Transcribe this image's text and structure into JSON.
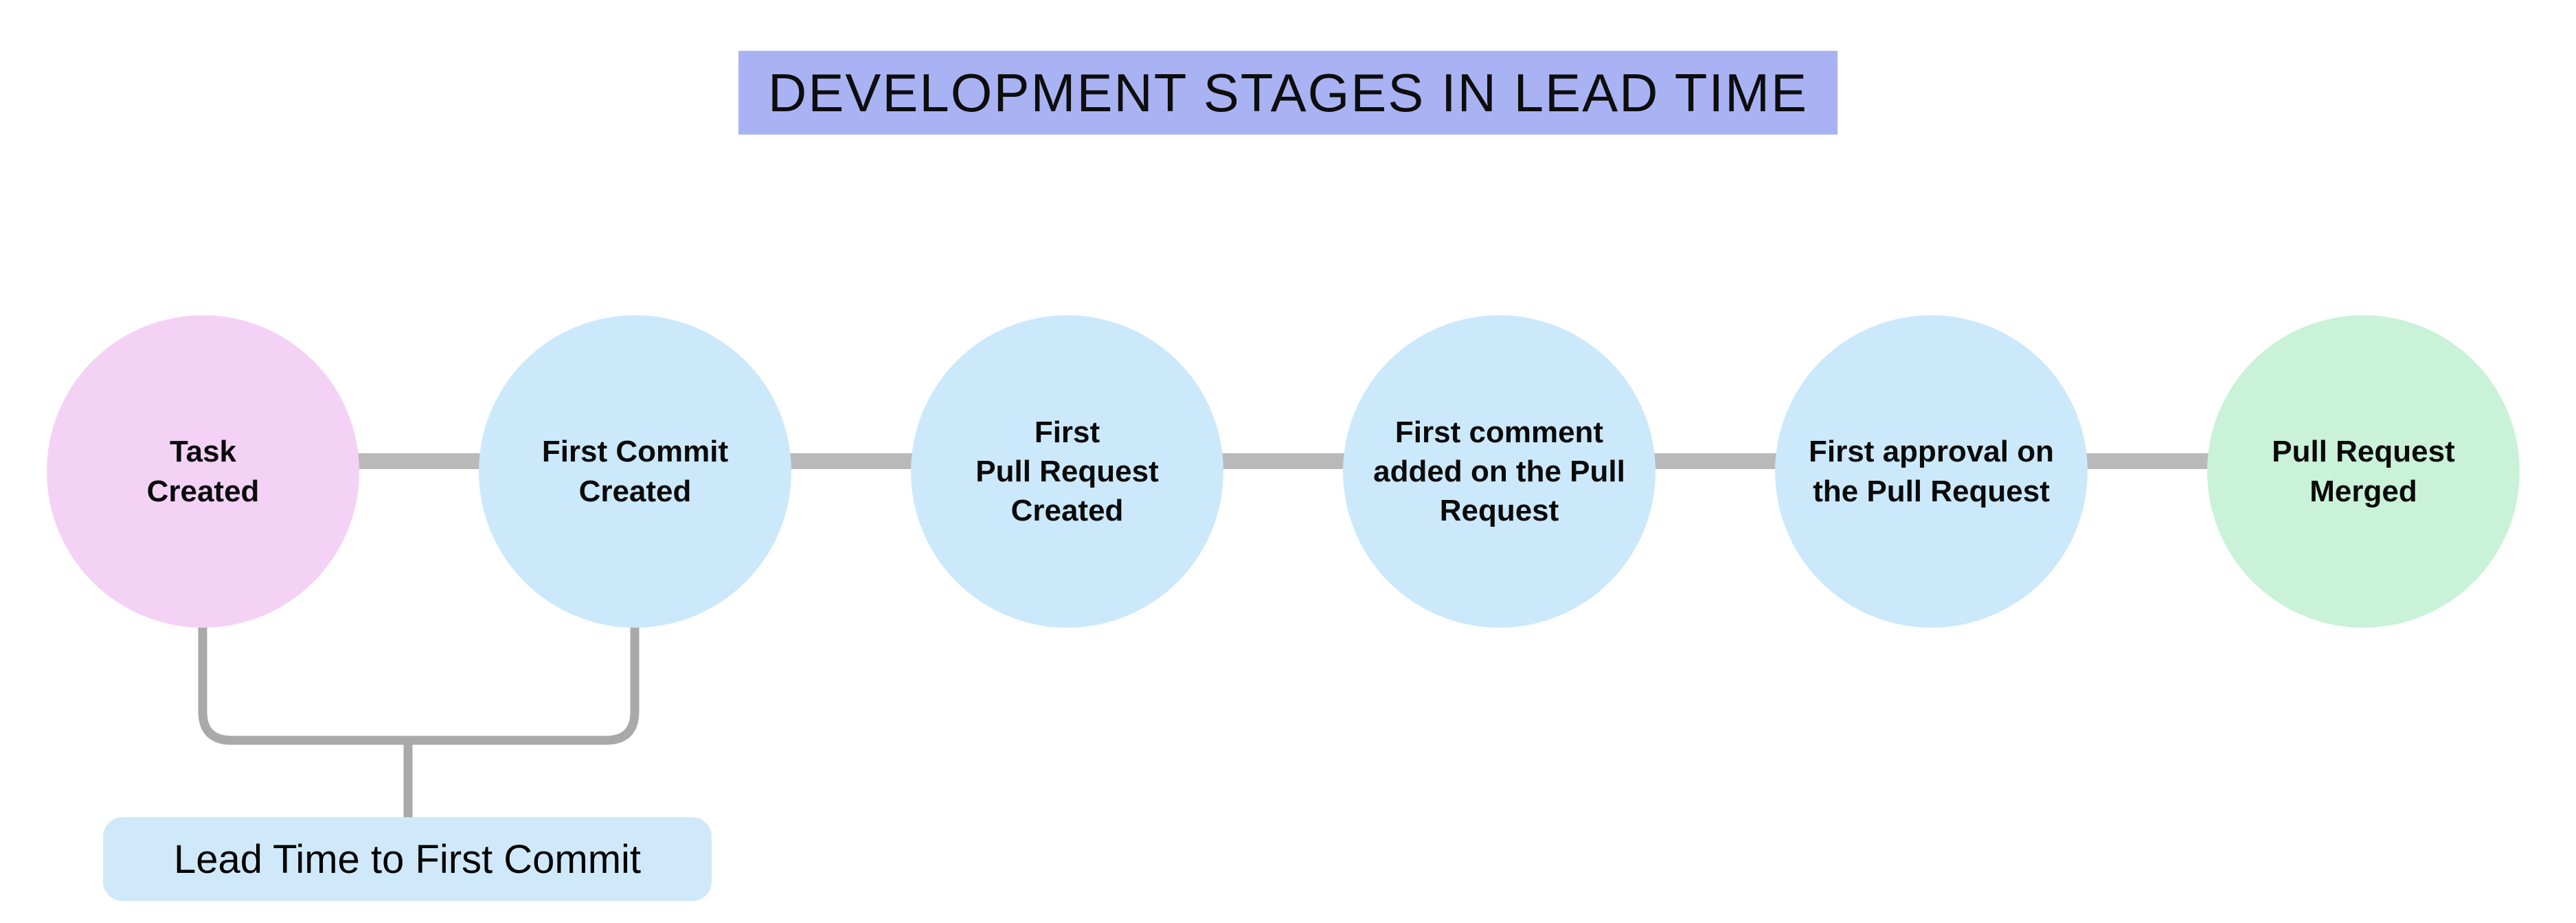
{
  "title": {
    "text": "DEVELOPMENT STAGES IN LEAD TIME",
    "bg": "#a9b3f3"
  },
  "stages": [
    {
      "name": "task-created",
      "text": "Task\nCreated",
      "color": "#f4d2f6"
    },
    {
      "name": "first-commit",
      "text": "First Commit\nCreated",
      "color": "#cbe9fb"
    },
    {
      "name": "first-pull-request",
      "text": "First\nPull Request\nCreated",
      "color": "#cbe9fb"
    },
    {
      "name": "first-comment",
      "text": "First comment\nadded on the Pull\nRequest",
      "color": "#cbe9fb"
    },
    {
      "name": "first-approval",
      "text": "First approval on\nthe Pull Request",
      "color": "#cbe9fb"
    },
    {
      "name": "pull-request-merged",
      "text": "Pull Request\nMerged",
      "color": "#c9f2d9"
    }
  ],
  "annotation": {
    "text": "Lead Time to First Commit",
    "bg": "#cfe9fa"
  },
  "colors": {
    "connector": "#b9b9b9",
    "bracket": "#a9a9a9"
  }
}
